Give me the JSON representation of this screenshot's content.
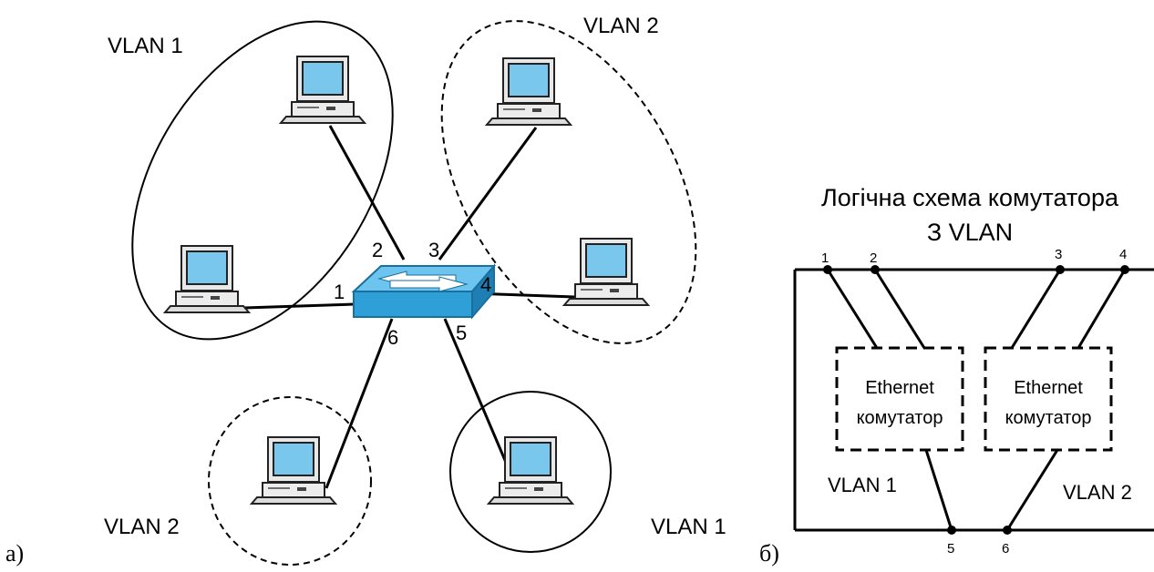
{
  "left_diagram": {
    "panel_label": "а)",
    "vlan_labels": {
      "top_left": "VLAN  1",
      "top_right": "VLAN  2",
      "bottom_left": "VLAN  2",
      "bottom_right": "VLAN  1"
    },
    "port_labels": [
      "1",
      "2",
      "3",
      "4",
      "5",
      "6"
    ],
    "colors": {
      "switch": "#2f9fd8",
      "screen": "#79c7ec"
    }
  },
  "right_diagram": {
    "panel_label": "б)",
    "title_line1": "Логічна схема комутатора",
    "title_line2": "З VLAN",
    "switch1_line1": "Ethernet",
    "switch1_line2": "комутатор",
    "switch2_line1": "Ethernet",
    "switch2_line2": "комутатор",
    "vlan1_label": "VLAN 1",
    "vlan2_label": "VLAN 2",
    "port_labels": [
      "1",
      "2",
      "3",
      "4",
      "5",
      "6"
    ]
  }
}
